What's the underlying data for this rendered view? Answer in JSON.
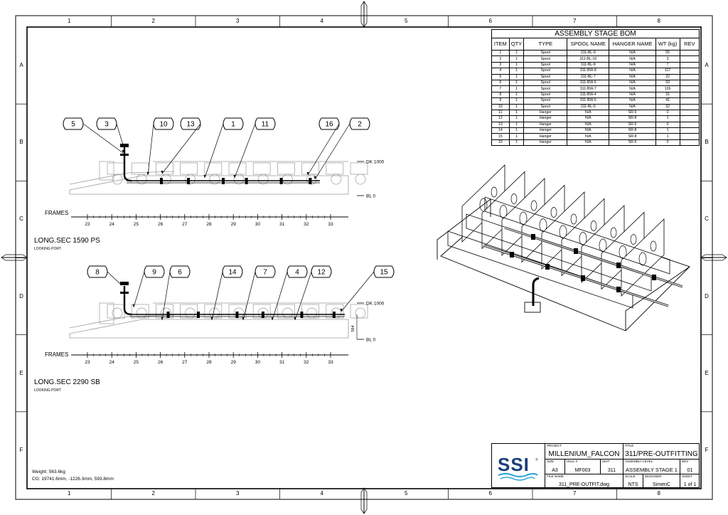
{
  "border": {
    "columns": [
      "1",
      "2",
      "3",
      "4",
      "5",
      "6",
      "7",
      "8"
    ],
    "rows": [
      "A",
      "B",
      "C",
      "D",
      "E",
      "F"
    ]
  },
  "views": [
    {
      "title": "LONG.SEC 1590 PS",
      "subtitle": "LOOKING PORT",
      "frames_label": "FRAMES",
      "frames": [
        "23",
        "24",
        "25",
        "26",
        "27",
        "28",
        "29",
        "30",
        "31",
        "32",
        "33"
      ],
      "levels": [
        "DK 1000",
        "BL 0"
      ],
      "callouts": [
        "5",
        "3",
        "10",
        "13",
        "1",
        "11",
        "16",
        "2"
      ]
    },
    {
      "title": "LONG.SEC 2290 SB",
      "subtitle": "LOOKING PORT",
      "frames_label": "FRAMES",
      "frames": [
        "23",
        "24",
        "25",
        "26",
        "27",
        "28",
        "29",
        "30",
        "31",
        "32",
        "33"
      ],
      "levels": [
        "DK 1000",
        "BL 0"
      ],
      "dimension": "564",
      "callouts": [
        "8",
        "9",
        "6",
        "14",
        "7",
        "4",
        "12",
        "15"
      ]
    }
  ],
  "bom": {
    "title": "ASSEMBLY STAGE BOM",
    "headers": [
      "ITEM",
      "QTY",
      "TYPE",
      "SPOOL NAME",
      "HANGER NAME",
      "WT (kg)",
      "REV"
    ],
    "rows": [
      [
        "1",
        "1",
        "Spool",
        "311-BL-9",
        "N/A",
        "55",
        ""
      ],
      [
        "2",
        "1",
        "Spool",
        "311-BL-10",
        "N/A",
        "3",
        ""
      ],
      [
        "3",
        "1",
        "Spool",
        "311-BL-8",
        "N/A",
        "7",
        ""
      ],
      [
        "4",
        "1",
        "Spool",
        "311-BW-8",
        "N/A",
        "117",
        ""
      ],
      [
        "5",
        "1",
        "Spool",
        "311-BL-7",
        "N/A",
        "22",
        ""
      ],
      [
        "6",
        "1",
        "Spool",
        "311-BW-6",
        "N/A",
        "93",
        ""
      ],
      [
        "7",
        "1",
        "Spool",
        "311-BW-7",
        "N/A",
        "126",
        ""
      ],
      [
        "8",
        "1",
        "Spool",
        "311-BW-4",
        "N/A",
        "31",
        ""
      ],
      [
        "9",
        "1",
        "Spool",
        "311-BW-5",
        "N/A",
        "41",
        ""
      ],
      [
        "10",
        "1",
        "Spool",
        "311-BL-6",
        "N/A",
        "32",
        ""
      ],
      [
        "11",
        "1",
        "Hanger",
        "N/A",
        "SR-5",
        "0",
        ""
      ],
      [
        "12",
        "1",
        "Hanger",
        "N/A",
        "SR-8",
        "1",
        ""
      ],
      [
        "13",
        "1",
        "Hanger",
        "N/A",
        "SR-5",
        "0",
        ""
      ],
      [
        "14",
        "1",
        "Hanger",
        "N/A",
        "SR-8",
        "1",
        ""
      ],
      [
        "15",
        "1",
        "Hanger",
        "N/A",
        "SR-8",
        "1",
        ""
      ],
      [
        "16",
        "1",
        "Hanger",
        "N/A",
        "SR-5",
        "0",
        ""
      ]
    ]
  },
  "title_block": {
    "logo": "SSI",
    "project_label": "PROJECT",
    "project": "MILLENIUM_FALCON",
    "title_label": "TITLE",
    "title": "311/PRE-OUTFITTING",
    "size_label": "SIZE",
    "size": "A3",
    "hull_label": "HULL #",
    "hull": "MF003",
    "unit_label": "UNIT",
    "unit": "311",
    "assembly_label": "ASSEMBLY LEVEL",
    "assembly": "ASSEMBLY STAGE 1",
    "rev_label": "REV",
    "rev": "01",
    "file_label": "FILE NAME",
    "file": "311_PRE-OUTFIT.dwg",
    "scale_label": "SCALE",
    "scale": "NTS",
    "designer_label": "DESIGNER",
    "designer": "SimenC",
    "sheet_label": "SHEET",
    "sheet": "1 of 1"
  },
  "notes": {
    "weight": "Weight: 563.6kg",
    "cg": "CG: 19741.6mm, -1226.3mm, 593.8mm"
  }
}
